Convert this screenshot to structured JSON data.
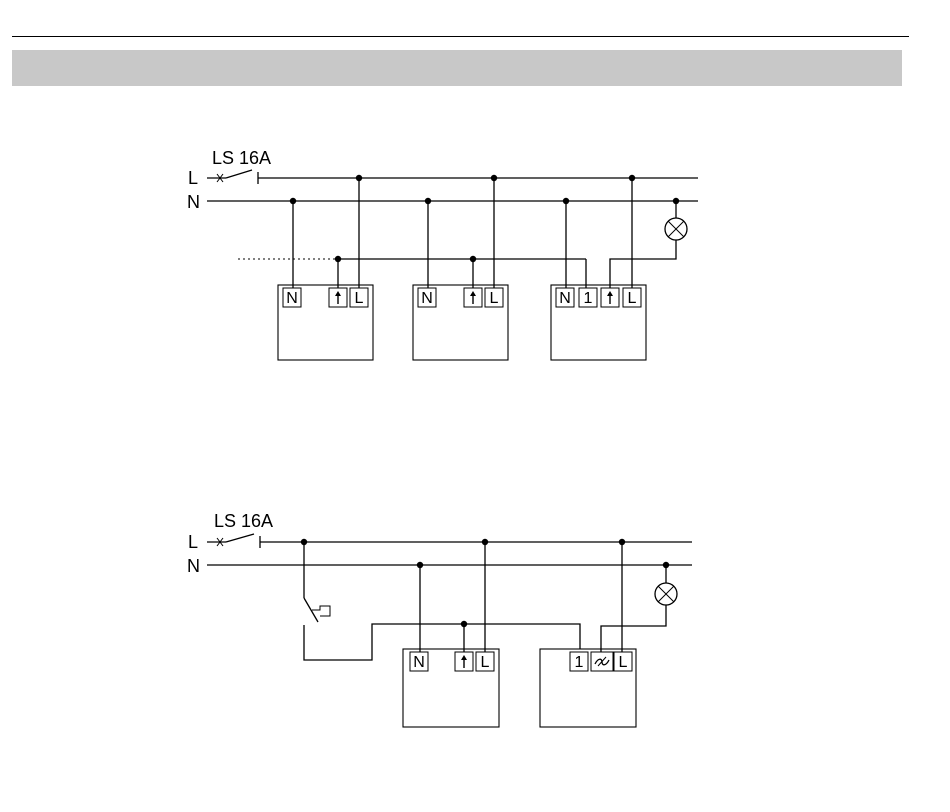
{
  "diagram_1": {
    "breaker_label": "LS 16A",
    "line_label": "L",
    "neutral_label": "N",
    "device_1": {
      "terminals": [
        "N",
        "L"
      ]
    },
    "device_2": {
      "terminals": [
        "N",
        "L"
      ]
    },
    "device_3": {
      "terminals": [
        "N",
        "1",
        "L"
      ]
    }
  },
  "diagram_2": {
    "breaker_label": "LS 16A",
    "line_label": "L",
    "neutral_label": "N",
    "device_1": {
      "terminals": [
        "N",
        "L"
      ]
    },
    "device_2": {
      "terminals": [
        "1",
        "L"
      ]
    }
  }
}
